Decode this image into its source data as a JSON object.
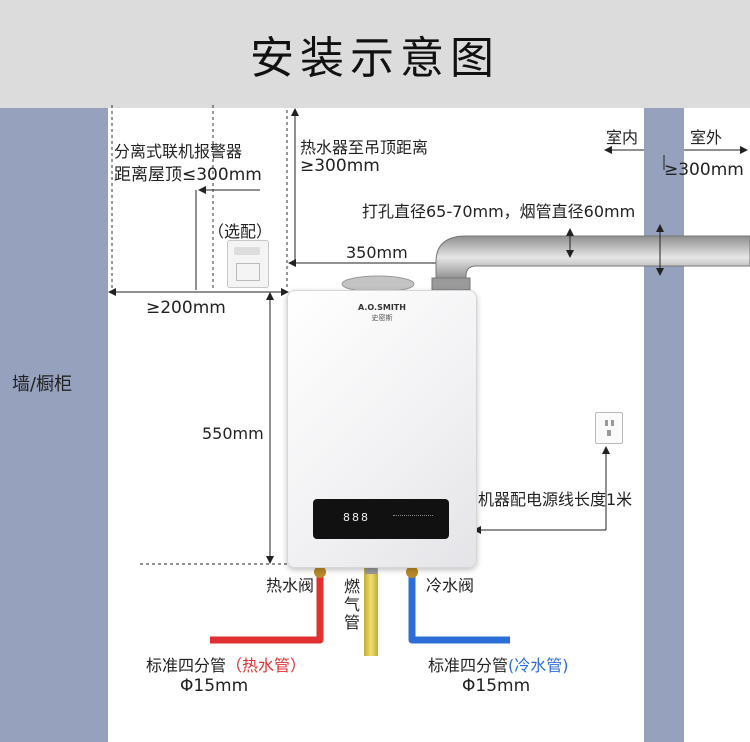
{
  "title": "安装示意图",
  "wall_label": "墙/橱柜",
  "room_inside": "室内",
  "room_outside": "室外",
  "outside_distance": "≥300mm",
  "alarm_label_line1": "分离式联机报警器",
  "alarm_label_line2": "距离屋顶≤300mm",
  "alarm_optional": "（选配）",
  "ceiling_label_line1": "热水器至吊顶距离",
  "ceiling_label_line2": "≥300mm",
  "hole_label": "打孔直径65-70mm，烟管直径60mm",
  "dist_350": "350mm",
  "dist_200": "≥200mm",
  "dist_550": "550mm",
  "brand_logo": "A.O.SMITH",
  "brand_cn": "史密斯",
  "panel_display": "888",
  "power_cord": "机器配电源线长度1米",
  "hot_valve": "热水阀",
  "cold_valve": "冷水阀",
  "gas_pipe": "燃气管",
  "hot_pipe_prefix": "标准四分管",
  "hot_pipe_type": "（热水管）",
  "cold_pipe_prefix": "标准四分管",
  "cold_pipe_type": "(冷水管)",
  "hot_diameter": "Φ15mm",
  "cold_diameter": "Φ15mm",
  "colors": {
    "wall": "#95a1bd",
    "hot": "#e0302f",
    "cold": "#2b6fd6",
    "gas": "#d8c24a"
  }
}
